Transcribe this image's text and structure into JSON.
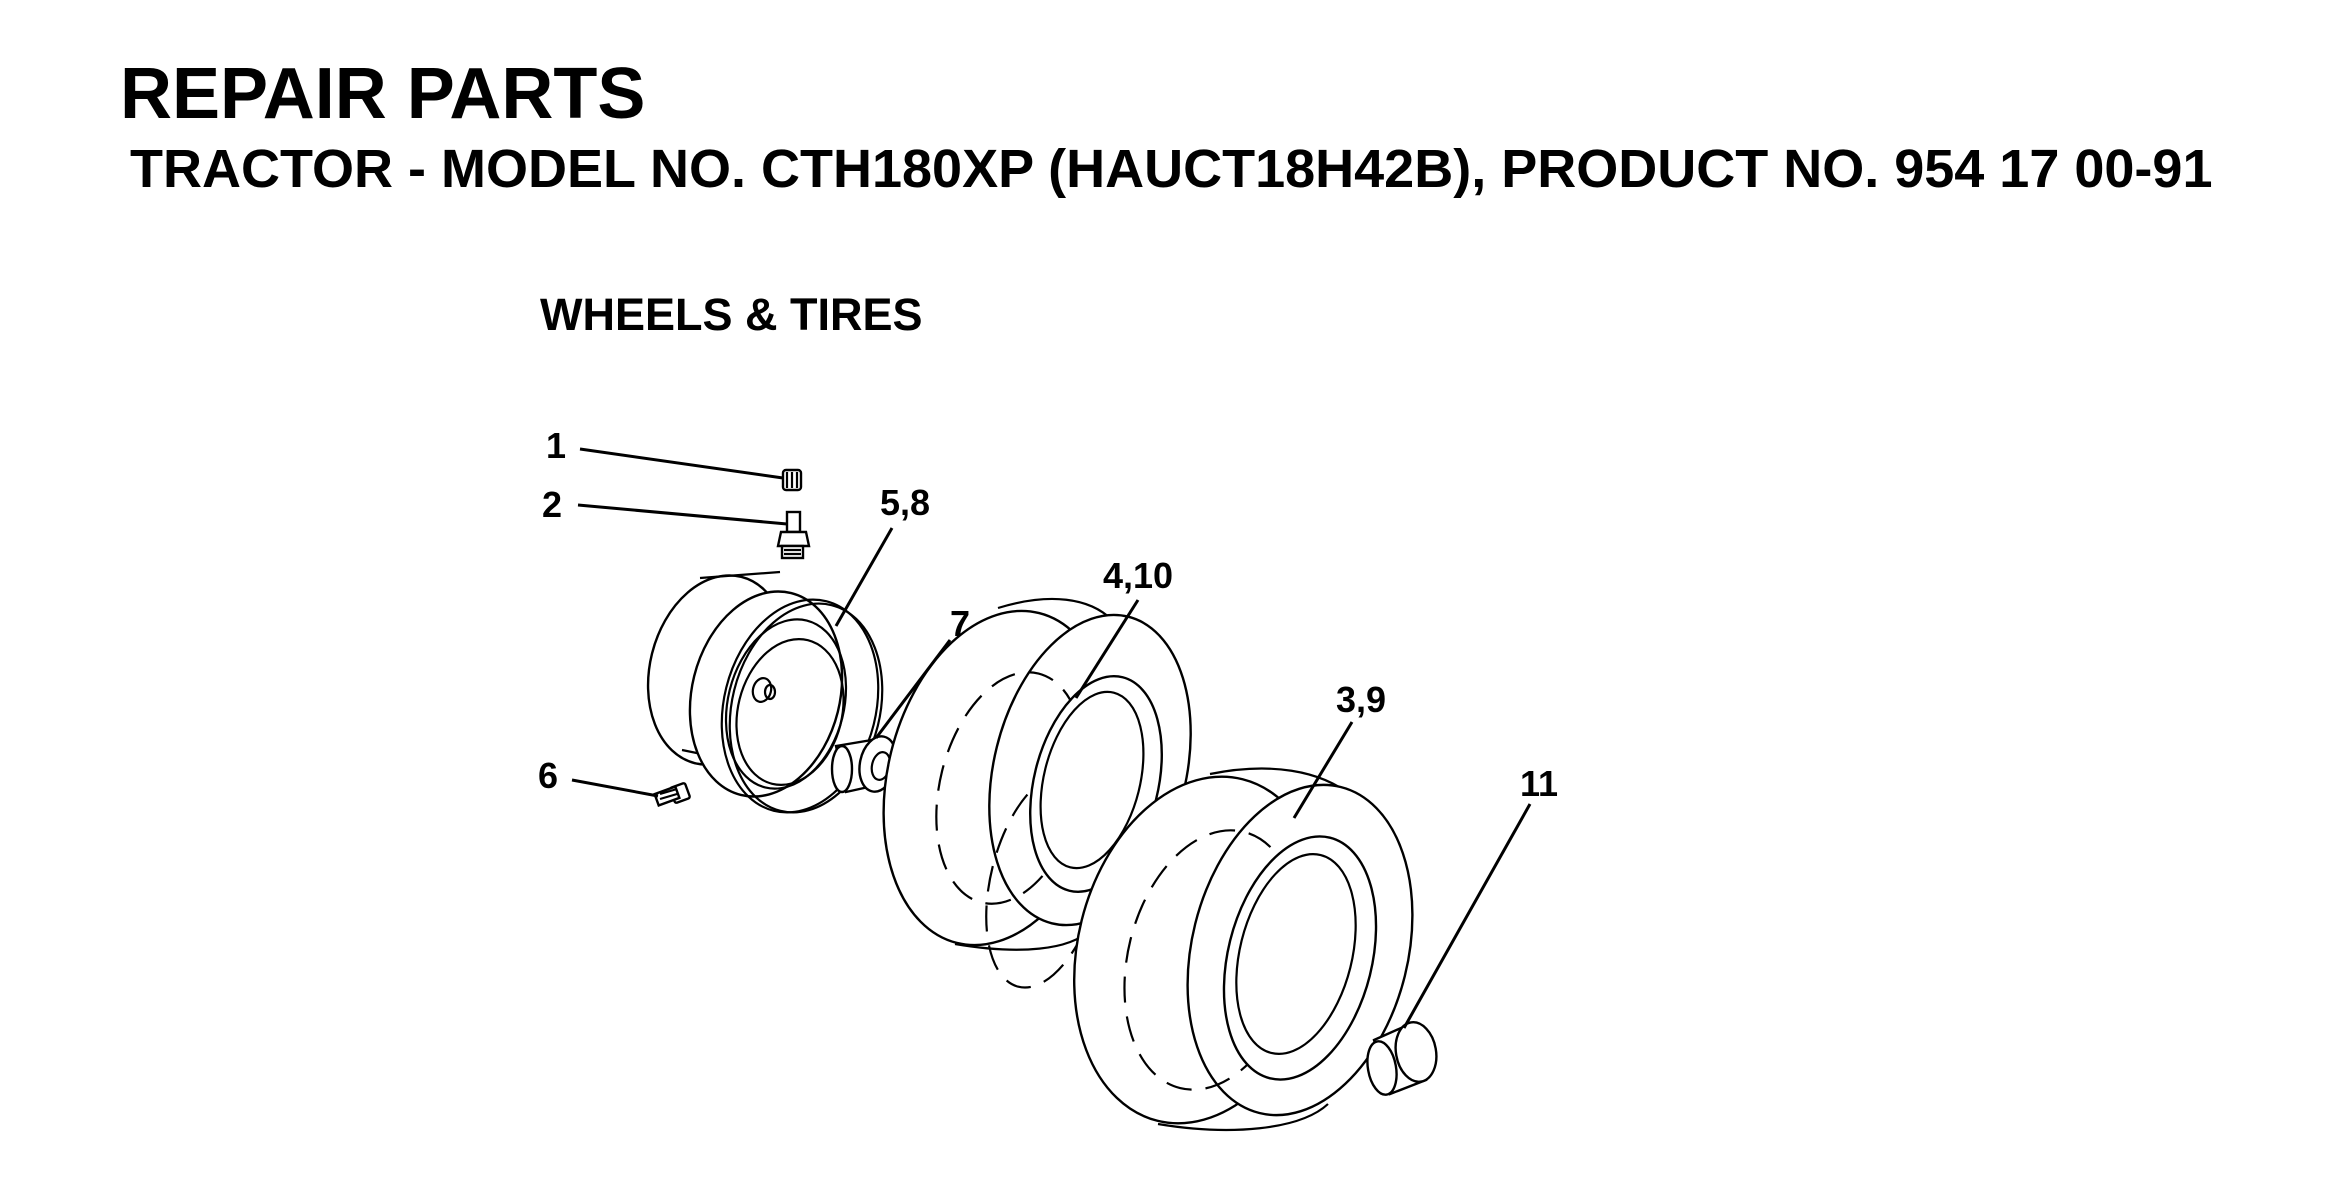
{
  "header": {
    "title": "REPAIR PARTS",
    "subtitle": "TRACTOR - MODEL NO. CTH180XP (HAUCT18H42B), PRODUCT NO. 954 17 00-91"
  },
  "section": {
    "title": "WHEELS & TIRES"
  },
  "callouts": {
    "c1": "1",
    "c2": "2",
    "c58": "5,8",
    "c7": "7",
    "c410": "4,10",
    "c39": "3,9",
    "c6": "6",
    "c11": "11"
  }
}
